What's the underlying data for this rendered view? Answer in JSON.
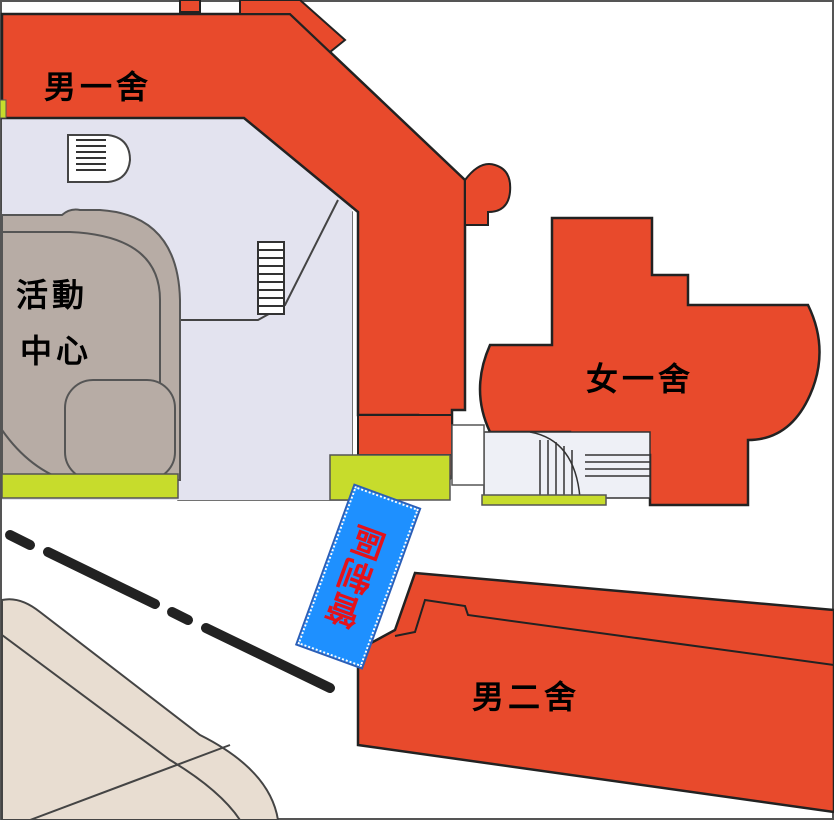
{
  "labels": {
    "male_dorm_1": "男一舍",
    "activity_center_line1": "活動",
    "activity_center_line2": "中心",
    "female_dorm_1": "女一舍",
    "restricted_area": "管制區",
    "male_dorm_2": "男二舍"
  },
  "colors": {
    "dorm_fill": "#e84a2c",
    "corridor_fill": "#e3e3ef",
    "activity_center_fill": "#b7aca5",
    "yellow_green": "#c7dc2c",
    "restricted_fill": "#1e90ff",
    "restricted_text": "#e5121a",
    "road_fill": "#e8ddd1"
  }
}
